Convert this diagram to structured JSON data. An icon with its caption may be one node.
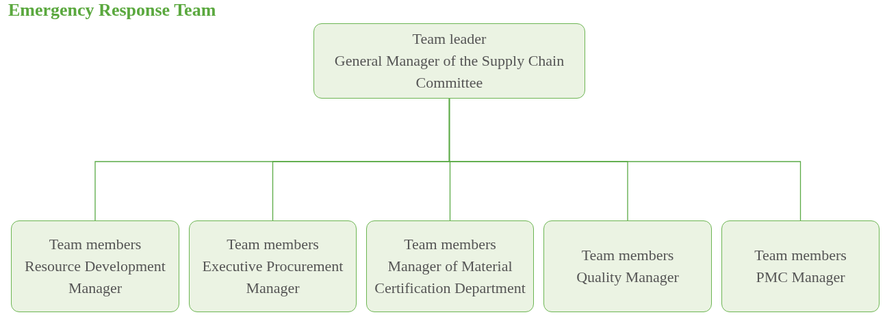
{
  "diagram": {
    "title": "Emergency Response Team",
    "nodes": [
      {
        "text": [
          "Team leader",
          "General Manager of the Supply Chain Committee"
        ]
      },
      {
        "text": [
          "Team members",
          "Resource Development Manager"
        ]
      },
      {
        "text": [
          "Team members",
          "Executive Procurement Manager"
        ]
      },
      {
        "text": [
          "Team members",
          "Manager of Material Certification Department"
        ]
      },
      {
        "text": [
          "Team members",
          "Quality Manager"
        ]
      },
      {
        "text": [
          "Team members",
          "PMC Manager"
        ]
      }
    ],
    "edges": [
      {
        "from": 0,
        "to": 1,
        "arrow": "none"
      },
      {
        "from": 0,
        "to": 2,
        "arrow": "none"
      },
      {
        "from": 0,
        "to": 3,
        "arrow": "none"
      },
      {
        "from": 0,
        "to": 4,
        "arrow": "none"
      },
      {
        "from": 0,
        "to": 5,
        "arrow": "none"
      }
    ]
  }
}
